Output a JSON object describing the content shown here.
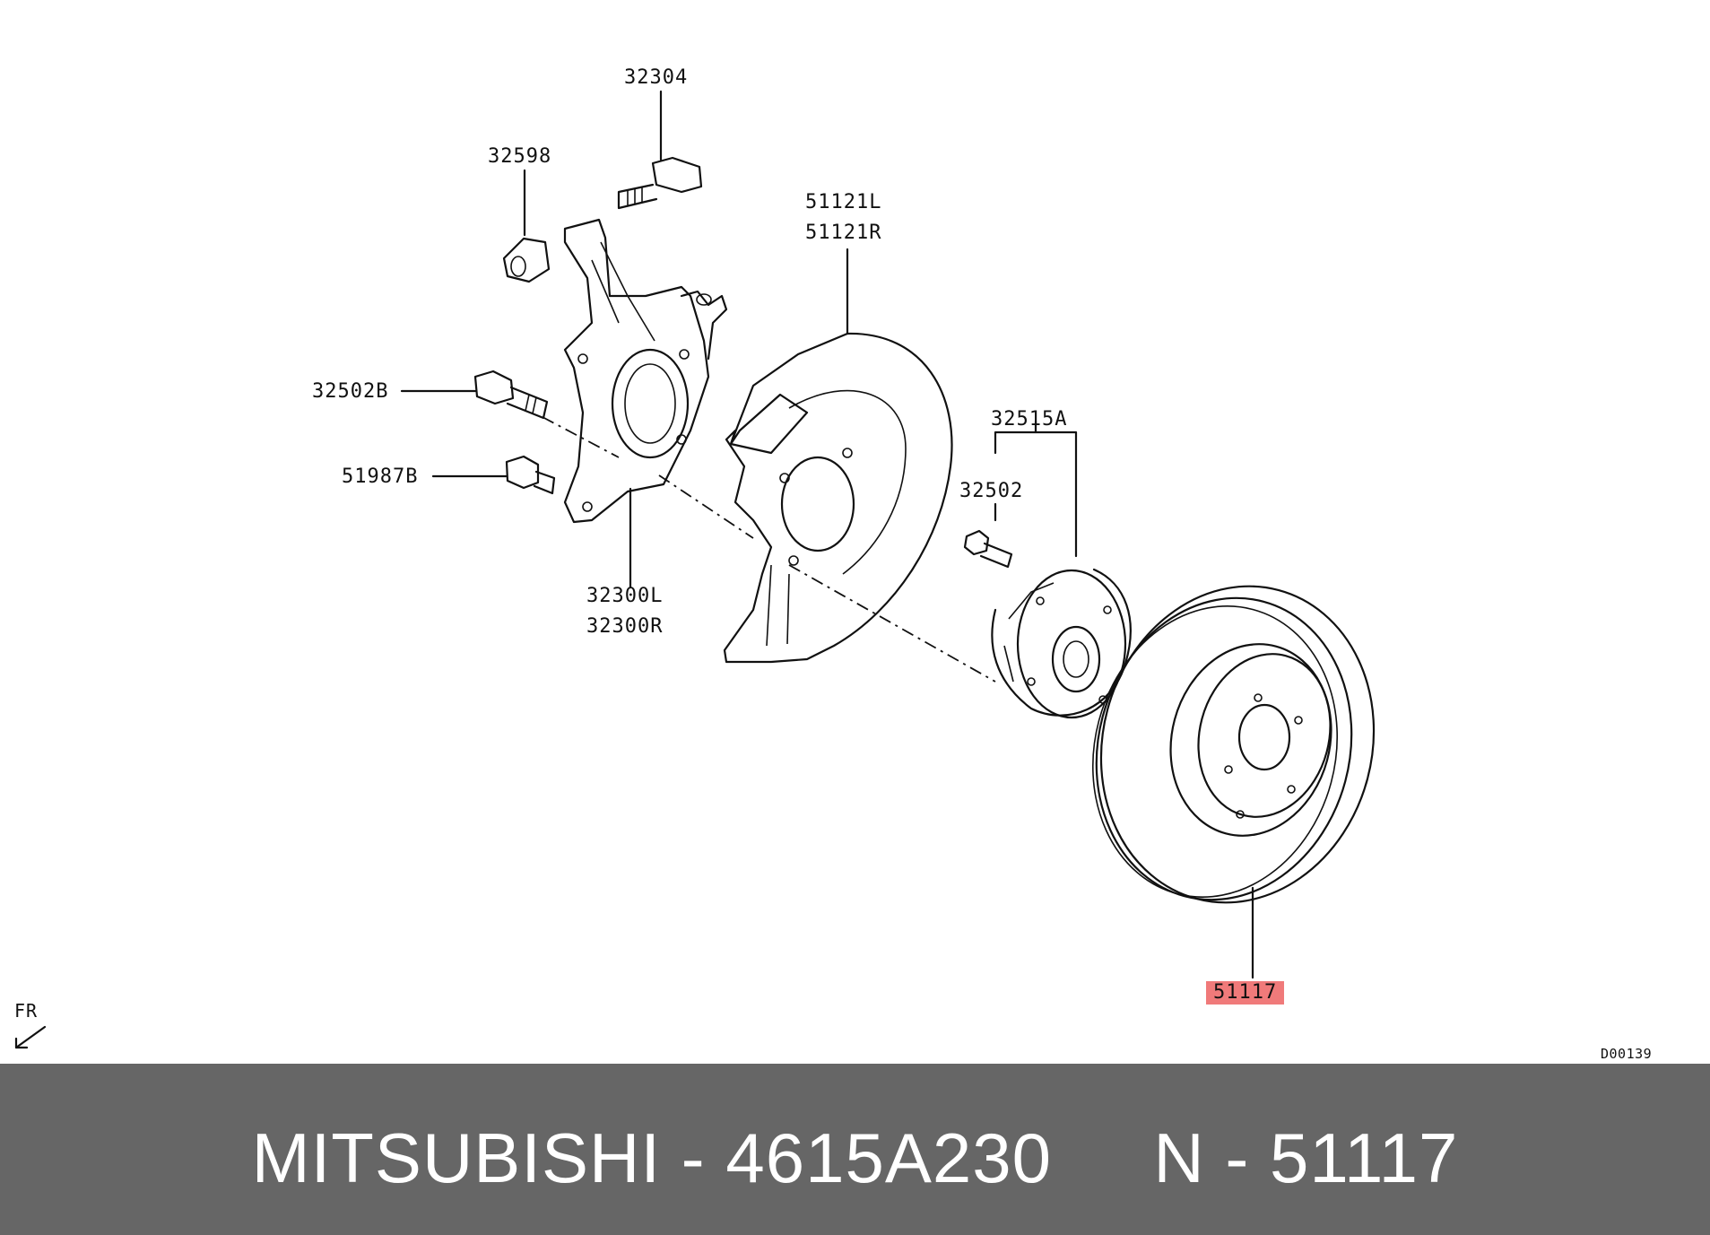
{
  "labels": {
    "p32304": "32304",
    "p32598": "32598",
    "p51121L": "51121L",
    "p51121R": "51121R",
    "p32502B": "32502B",
    "p51987B": "51987B",
    "p32515A": "32515A",
    "p32502": "32502",
    "p32300L": "32300L",
    "p32300R": "32300R",
    "p51117": "51117",
    "fr": "FR",
    "diagram_code": "D00139"
  },
  "highlight_color": "#f07a7a",
  "footer": {
    "brand": "MITSUBISHI",
    "separator": "-",
    "part_number": "4615A230",
    "n_label": "N",
    "n_separator": "-",
    "n_value": "51117",
    "background": "#666666"
  }
}
